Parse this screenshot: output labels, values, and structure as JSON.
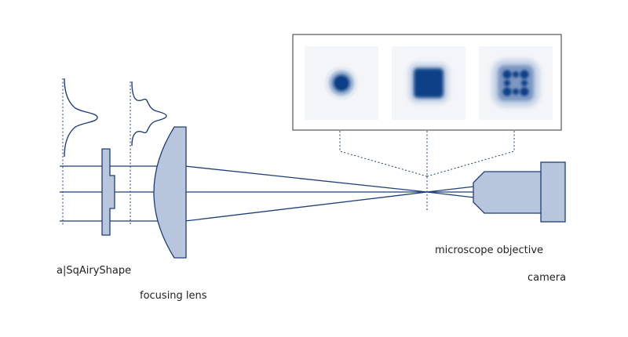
{
  "labels": {
    "shaper": "a|SqAiryShape",
    "lens": "focusing lens",
    "objective": "microscope objective",
    "camera": "camera"
  },
  "colors": {
    "stroke": "#1f3f7a",
    "fill": "#b8c6dd",
    "spot": "#0d3f86",
    "spot_halo": "#c9d5e8",
    "panel_bg": "#f3f5f8",
    "inset_border": "#555555",
    "text": "#222222"
  },
  "inset": {
    "panels": [
      "round-spot",
      "square-spot",
      "square-airy-pattern"
    ]
  }
}
